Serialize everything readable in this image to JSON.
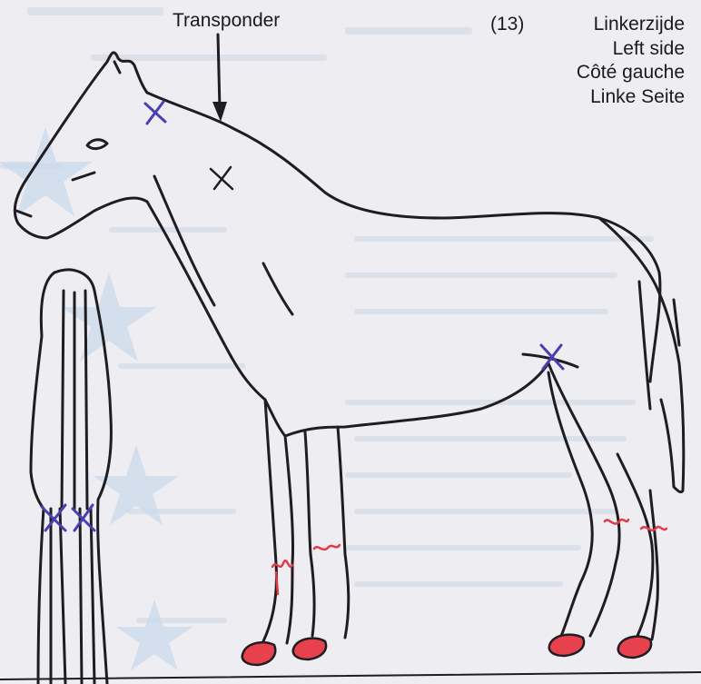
{
  "labels": {
    "transponder": "Transponder",
    "diagram_number": "(13)",
    "side_names": [
      "Linkerzijde",
      "Left side",
      "Côté gauche",
      "Linke Seite"
    ]
  },
  "colors": {
    "outline": "#1f1d22",
    "blue_marks": "#4b3fb0",
    "red_marks": "#e23a48",
    "hoof_fill": "#e8414e",
    "background": "#eeedf1",
    "watermark": "#c9d6e8"
  }
}
